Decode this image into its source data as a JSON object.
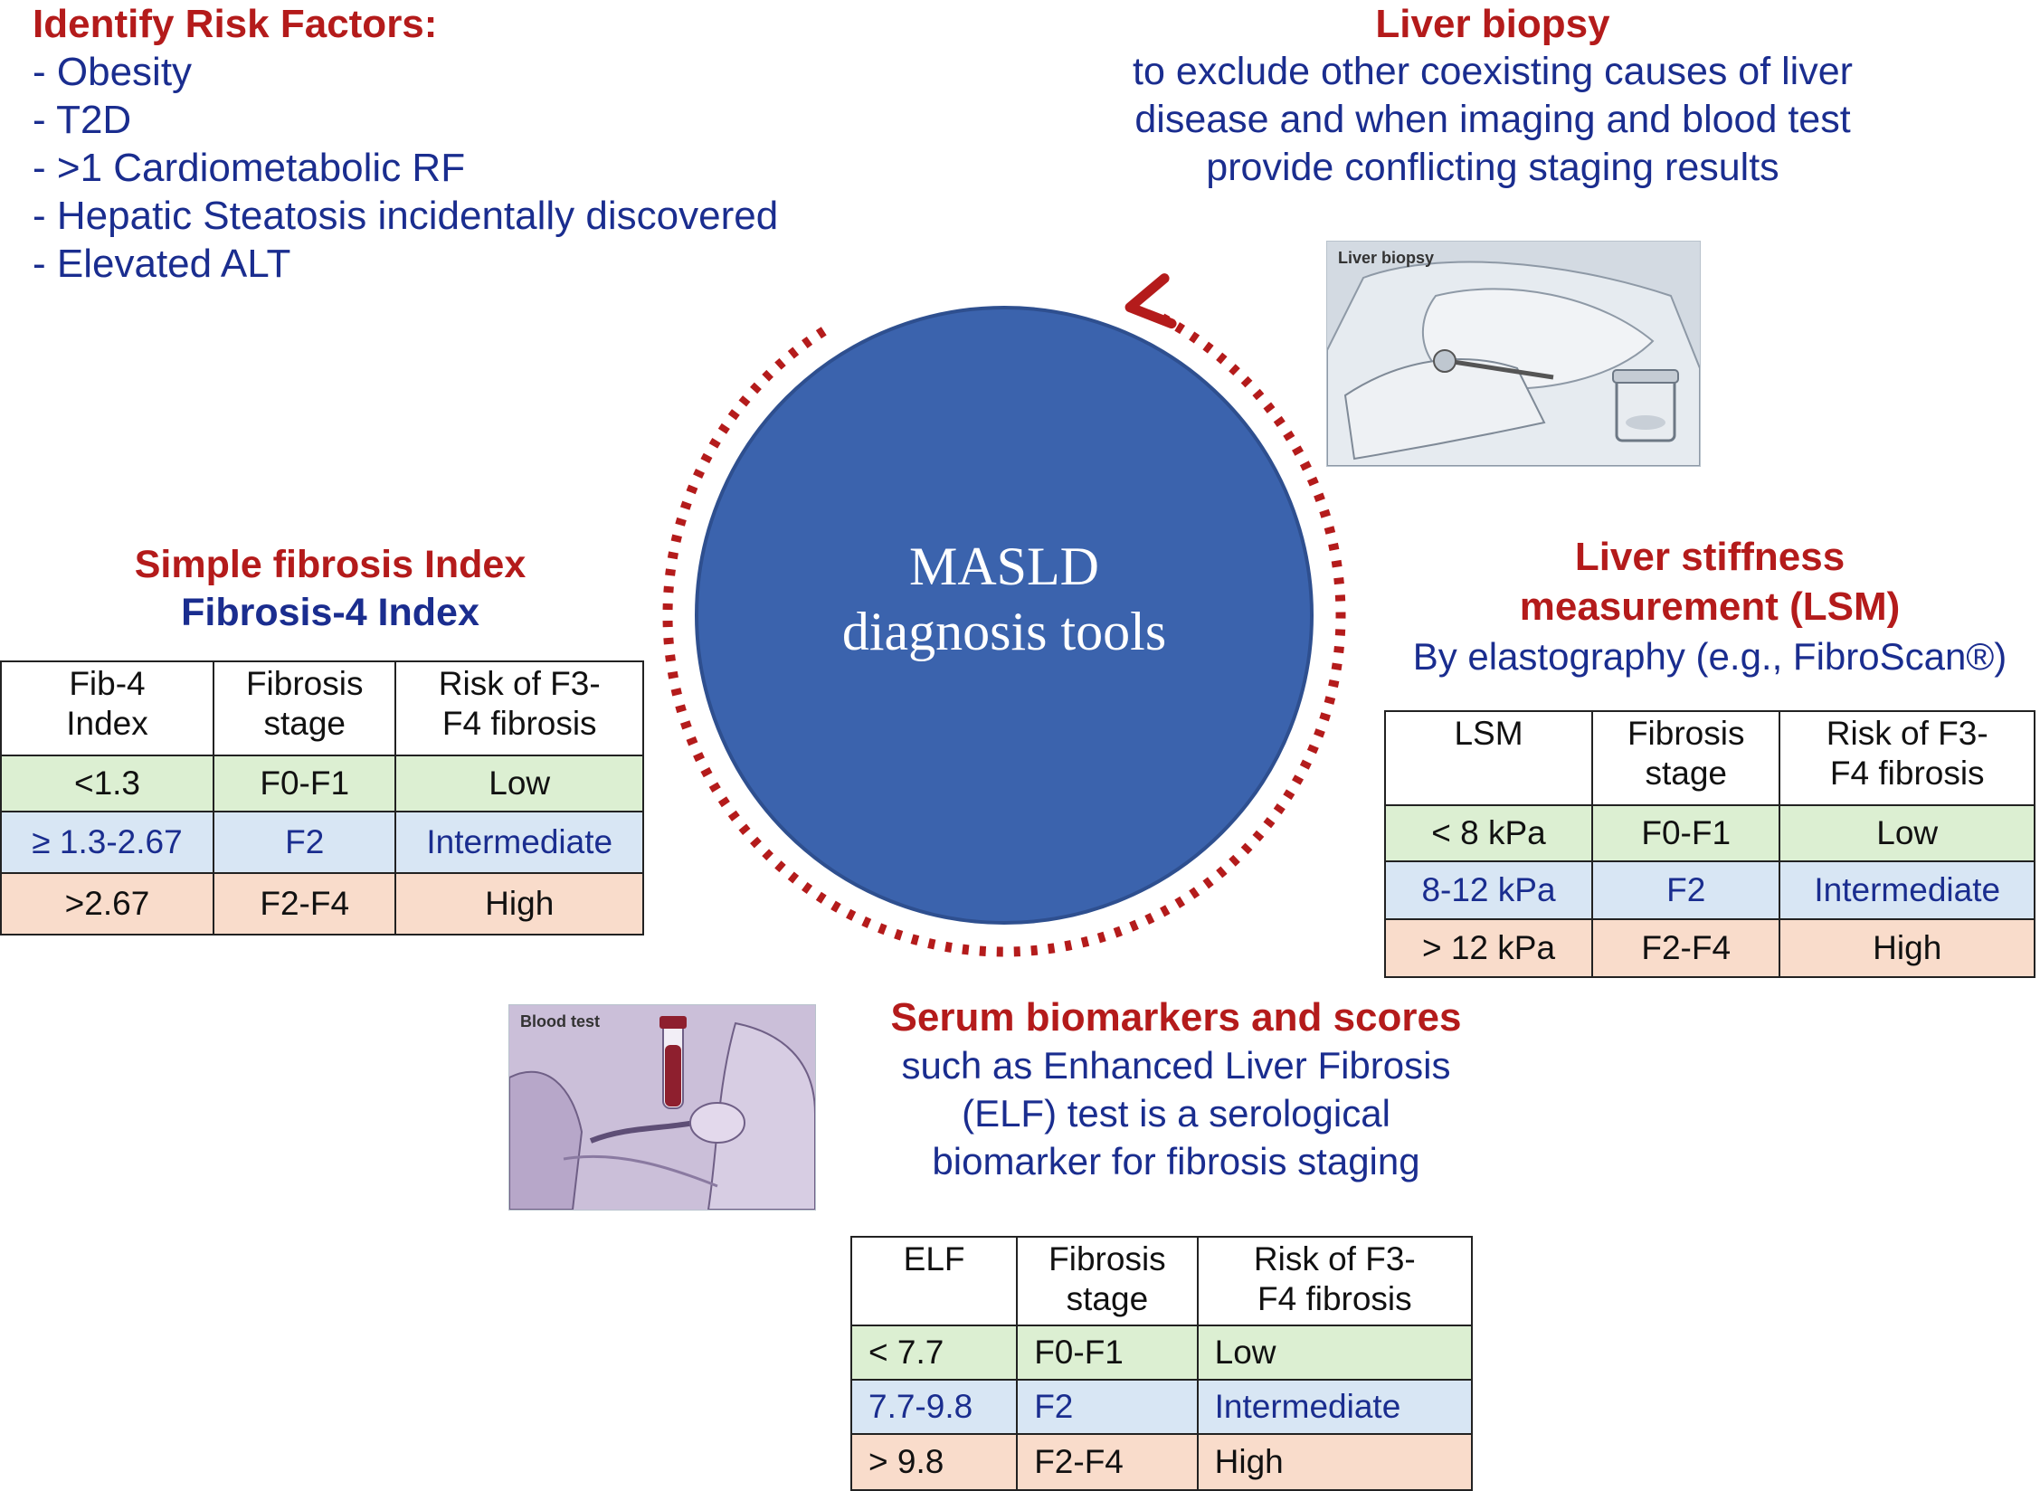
{
  "risk_factors": {
    "heading": "Identify Risk Factors:",
    "items": [
      "- Obesity",
      "- T2D",
      "- >1 Cardiometabolic RF",
      "- Hepatic Steatosis incidentally discovered",
      "- Elevated ALT"
    ]
  },
  "biopsy": {
    "heading": "Liver biopsy",
    "lines": [
      "to exclude other coexisting causes of liver",
      "disease and when imaging and blood test",
      "provide conflicting staging results"
    ],
    "image_caption": "Liver biopsy"
  },
  "center": {
    "line1": "MASLD",
    "line2": "diagnosis tools",
    "circle_color": "#3b63ad",
    "ring_color": "#b41b1b"
  },
  "fib4": {
    "title1": "Simple fibrosis Index",
    "title2": "Fibrosis-4 Index",
    "headers": [
      [
        "Fib-4",
        "Index"
      ],
      [
        "Fibrosis",
        "stage"
      ],
      [
        "Risk of F3-",
        "F4 fibrosis"
      ]
    ],
    "rows": [
      [
        "<1.3",
        "F0-F1",
        "Low"
      ],
      [
        "≥ 1.3-2.67",
        "F2",
        "Intermediate"
      ],
      [
        ">2.67",
        "F2-F4",
        "High"
      ]
    ]
  },
  "lsm": {
    "title1": "Liver stiffness",
    "title2": "measurement (LSM)",
    "subtitle": "By elastography (e.g., FibroScan®)",
    "headers": [
      [
        "LSM",
        ""
      ],
      [
        "Fibrosis",
        "stage"
      ],
      [
        "Risk of F3-",
        "F4 fibrosis"
      ]
    ],
    "rows": [
      [
        "< 8 kPa",
        "F0-F1",
        "Low"
      ],
      [
        "8-12 kPa",
        "F2",
        "Intermediate"
      ],
      [
        "> 12 kPa",
        "F2-F4",
        "High"
      ]
    ]
  },
  "serum": {
    "title": "Serum biomarkers and scores",
    "lines": [
      "such as Enhanced Liver Fibrosis",
      "(ELF) test is a serological",
      "biomarker for fibrosis staging"
    ],
    "image_caption": "Blood test",
    "headers": [
      [
        "ELF",
        ""
      ],
      [
        "Fibrosis",
        "stage"
      ],
      [
        "Risk of F3-",
        "F4 fibrosis"
      ]
    ],
    "rows": [
      [
        "< 7.7",
        "F0-F1",
        "Low"
      ],
      [
        "7.7-9.8",
        "F2",
        "Intermediate"
      ],
      [
        "> 9.8",
        "F2-F4",
        "High"
      ]
    ]
  },
  "row_colors": {
    "low": "#dcefd2",
    "intermediate": "#d8e6f4",
    "high": "#f9dccb"
  }
}
